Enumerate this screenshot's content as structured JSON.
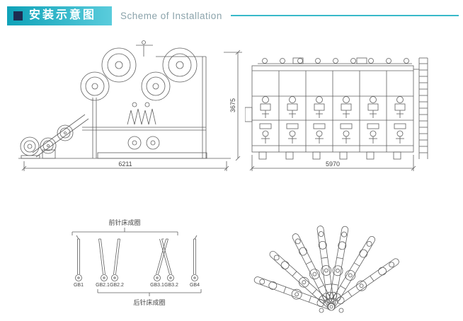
{
  "header": {
    "title_zh": "安装示意图",
    "title_en": "Scheme of Installation"
  },
  "diagrams": {
    "side_view": {
      "width_mm": "6211",
      "height_mm": "3675"
    },
    "front_view": {
      "width_mm": "5970"
    },
    "guide_bar_chart": {
      "front_bed_label": "前针床成圈",
      "back_bed_label": "后针床成圈",
      "bars": [
        "GB1",
        "GB2.1",
        "GB2.2",
        "GB3.1",
        "GB3.2",
        "GB4"
      ]
    }
  },
  "colors": {
    "accent_teal": "#2bb3c4",
    "icon_navy": "#1d2d52",
    "subtitle_gray": "#8ba3ab",
    "drawing_line": "#5f5f5f"
  }
}
